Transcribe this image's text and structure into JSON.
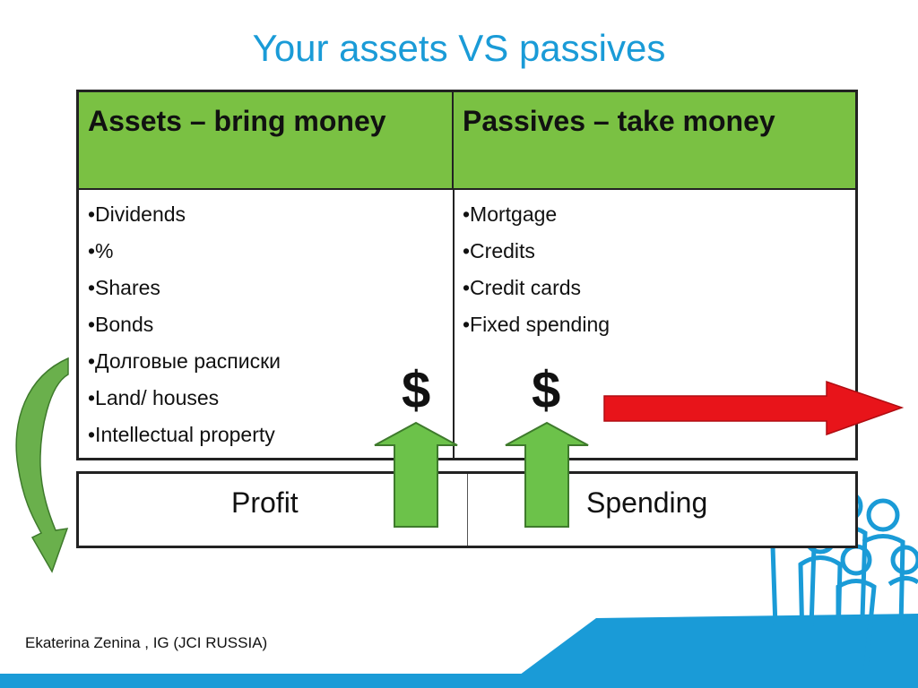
{
  "slide": {
    "title": "Your assets VS passives",
    "footer": "Ekaterina Zenina , IG (JCI RUSSIA)"
  },
  "table": {
    "assets_header": "Assets – bring money",
    "passives_header": "Passives – take money",
    "assets_items": [
      "•Dividends",
      "•%",
      "•Shares",
      "•Bonds",
      "•Долговые расписки",
      "•Land/ houses",
      "•Intellectual property"
    ],
    "passives_items": [
      "•Mortgage",
      "•Credits",
      "•Credit cards",
      "•Fixed spending"
    ]
  },
  "bottom": {
    "profit": "Profit",
    "spending": "Spending"
  },
  "symbols": {
    "dollar_left": "$",
    "dollar_right": "$"
  },
  "colors": {
    "title": "#1a9bd7",
    "header_fill": "#7ac143",
    "up_arrow": "#6cc24a",
    "right_arrow": "#e8141a",
    "curved_arrow": "#6ab04c",
    "decor_blue": "#1a9bd7"
  },
  "icons": {
    "up_arrow": "up-arrow-icon",
    "right_arrow": "right-arrow-icon",
    "curved_arrow": "curved-arrow-icon",
    "people": "people-silhouette-icon"
  }
}
